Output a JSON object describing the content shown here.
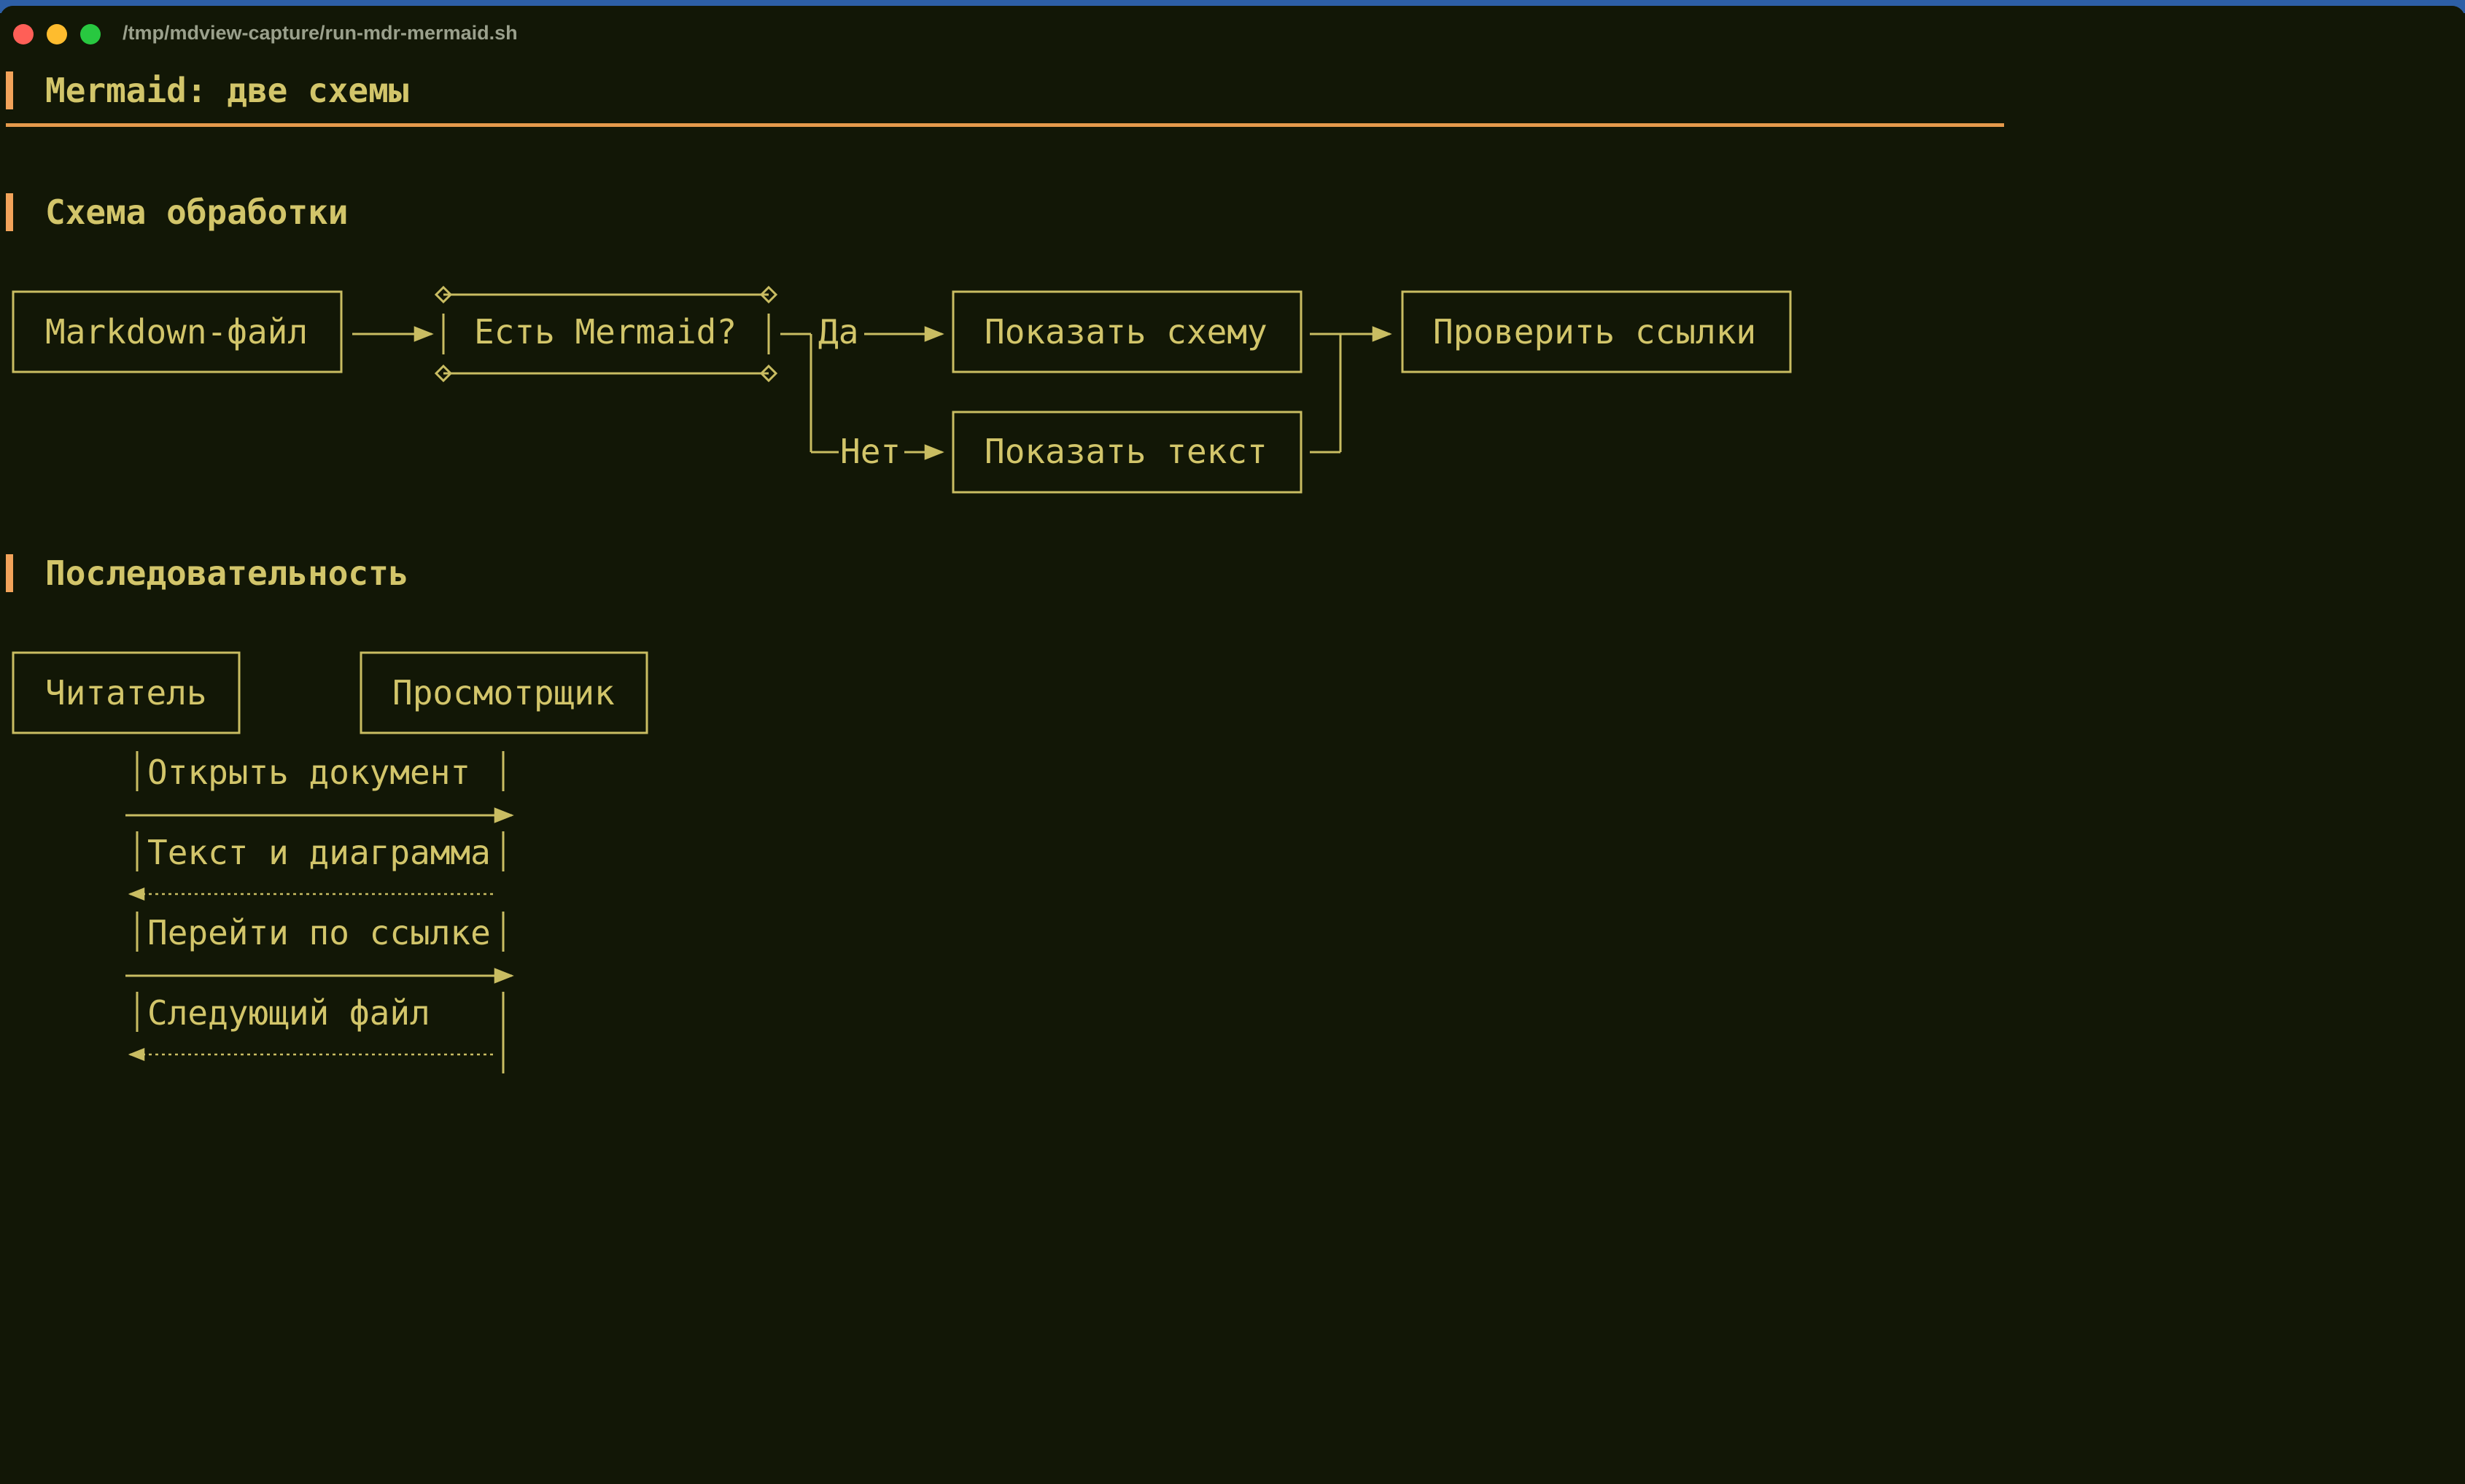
{
  "window": {
    "title": "/tmp/mdview-capture/run-mdr-mermaid.sh"
  },
  "document": {
    "title": "Mermaid: две схемы",
    "sections": [
      {
        "heading": "Схема обработки"
      },
      {
        "heading": "Последовательность"
      }
    ]
  },
  "flowchart": {
    "nodes": {
      "file": "Markdown-файл",
      "decision": "Есть Mermaid?",
      "show_diagram": "Показать схему",
      "show_text": "Показать текст",
      "check_links": "Проверить ссылки"
    },
    "edge_labels": {
      "yes": "Да",
      "no": "Нет"
    }
  },
  "sequence": {
    "participants": [
      "Читатель",
      "Просмотрщик"
    ],
    "messages": [
      {
        "label": "Открыть документ",
        "direction": "right",
        "style": "solid"
      },
      {
        "label": "Текст и диаграмма",
        "direction": "left",
        "style": "dotted"
      },
      {
        "label": "Перейти по ссылке",
        "direction": "right",
        "style": "solid"
      },
      {
        "label": "Следующий файл",
        "direction": "left",
        "style": "dotted"
      }
    ]
  },
  "colors": {
    "background": "#121706",
    "foreground": "#d2c56a",
    "accent": "#f2a35a",
    "line": "#c9bd62"
  }
}
